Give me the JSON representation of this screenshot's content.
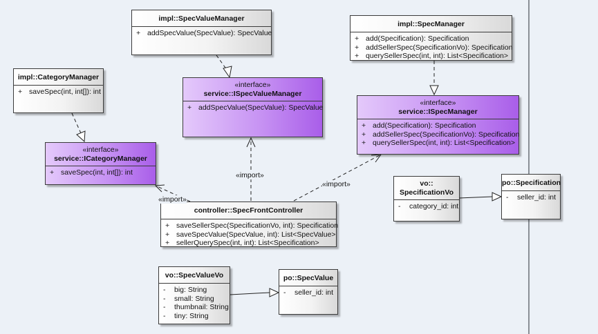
{
  "classes": {
    "spec_value_manager_impl": {
      "title": "impl::SpecValueManager",
      "ops": [
        {
          "vis": "+",
          "text": "addSpecValue(SpecValue): SpecValue"
        }
      ]
    },
    "spec_manager_impl": {
      "title": "impl::SpecManager",
      "ops": [
        {
          "vis": "+",
          "text": "add(Specification): Specification"
        },
        {
          "vis": "+",
          "text": "addSellerSpec(SpecificationVo): Specification"
        },
        {
          "vis": "+",
          "text": "querySellerSpec(int, int): List<Specification>"
        }
      ]
    },
    "category_manager_impl": {
      "title": "impl::CategoryManager",
      "ops": [
        {
          "vis": "+",
          "text": "saveSpec(int, int[]): int"
        }
      ]
    },
    "i_spec_value_manager": {
      "stereotype": "«interface»",
      "title": "service::ISpecValueManager",
      "ops": [
        {
          "vis": "+",
          "text": "addSpecValue(SpecValue): SpecValue"
        }
      ]
    },
    "i_spec_manager": {
      "stereotype": "«interface»",
      "title": "service::ISpecManager",
      "ops": [
        {
          "vis": "+",
          "text": "add(Specification): Specification"
        },
        {
          "vis": "+",
          "text": "addSellerSpec(SpecificationVo): Specification"
        },
        {
          "vis": "+",
          "text": "querySellerSpec(int, int): List<Specification>"
        }
      ]
    },
    "i_category_manager": {
      "stereotype": "«interface»",
      "title": "service::ICategoryManager",
      "ops": [
        {
          "vis": "+",
          "text": "saveSpec(int, int[]): int"
        }
      ]
    },
    "spec_front_controller": {
      "title": "controller::SpecFrontController",
      "ops": [
        {
          "vis": "+",
          "text": "saveSellerSpec(SpecificationVo, int): Specification"
        },
        {
          "vis": "+",
          "text": "saveSpecValue(SpecValue, int): List<SpecValue>"
        },
        {
          "vis": "+",
          "text": "sellerQuerySpec(int, int): List<Specification>"
        }
      ]
    },
    "specification_vo": {
      "title_line1": "vo::",
      "title_line2": "SpecificationVo",
      "attrs": [
        {
          "vis": "-",
          "text": "category_id: int"
        }
      ]
    },
    "po_specification": {
      "title": "po::Specification",
      "attrs": [
        {
          "vis": "-",
          "text": "seller_id: int"
        }
      ]
    },
    "spec_value_vo": {
      "title": "vo::SpecValueVo",
      "attrs": [
        {
          "vis": "-",
          "text": "big: String"
        },
        {
          "vis": "-",
          "text": "small: String"
        },
        {
          "vis": "-",
          "text": "thumbnail: String"
        },
        {
          "vis": "-",
          "text": "tiny: String"
        }
      ]
    },
    "po_spec_value": {
      "title": "po::SpecValue",
      "attrs": [
        {
          "vis": "-",
          "text": "seller_id: int"
        }
      ]
    }
  },
  "labels": {
    "import_left": "«import»",
    "import_center": "«import»",
    "import_right": "«import»"
  },
  "colors": {
    "background": "#ecf1f7",
    "interface_fill": "#c793f3",
    "class_fill": "#f3f3f3",
    "line": "#222222"
  }
}
